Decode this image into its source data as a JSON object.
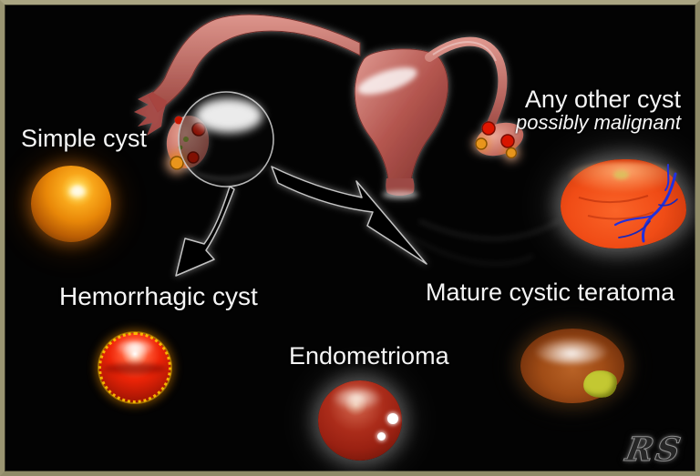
{
  "figure": {
    "signature": "RS",
    "background_color": "#030303",
    "frame_color": "#8f8b68"
  },
  "labels": {
    "simple_cyst": {
      "text": "Simple cyst"
    },
    "any_other_cyst": {
      "text": "Any other cyst",
      "subtext": "possibly malignant"
    },
    "hemorrhagic_cyst": {
      "text": "Hemorrhagic cyst"
    },
    "endometrioma": {
      "text": "Endometrioma"
    },
    "mature_cystic_teratoma": {
      "text": "Mature cystic teratoma"
    }
  },
  "illustration": {
    "uterus": "uterus with fallopian tubes and ovaries",
    "magnifier": "circle magnifying the left ovary",
    "arrow_left": "outlined arrow pointing to hemorrhagic cyst",
    "arrow_right": "outlined arrow pointing to mature cystic teratoma"
  },
  "colors": {
    "simple_cyst": "#ec8a10",
    "hemorrhagic_cyst": "#ea2306",
    "hemorrhagic_rim": "#ffc400",
    "endometrioma": "#a42818",
    "teratoma": "#9a4a16",
    "teratoma_nodule": "#c6c92b",
    "malignant_mass": "#ee4d1c",
    "vessels": "#2230dd",
    "uterus": "#c4665e"
  }
}
